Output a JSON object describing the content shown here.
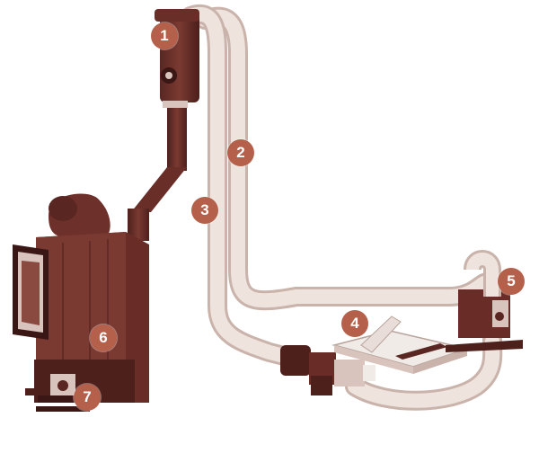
{
  "colors": {
    "metal_dark": "#5a2622",
    "metal_mid": "#7a3a32",
    "metal_light": "#9a5a4e",
    "tube": "#efe3de",
    "tube_shade": "#c9b3ab",
    "badge": "#b4604a",
    "tray": "#f1ebe8"
  },
  "components": [
    {
      "id": "1",
      "label": "1",
      "part": "cyclone-separator"
    },
    {
      "id": "2",
      "label": "2",
      "part": "return-tube"
    },
    {
      "id": "3",
      "label": "3",
      "part": "supply-tube"
    },
    {
      "id": "4",
      "label": "4",
      "part": "feed-hopper-tray"
    },
    {
      "id": "5",
      "label": "5",
      "part": "pickup-inlet"
    },
    {
      "id": "6",
      "label": "6",
      "part": "stove-body"
    },
    {
      "id": "7",
      "label": "7",
      "part": "stove-feed-motor"
    }
  ]
}
